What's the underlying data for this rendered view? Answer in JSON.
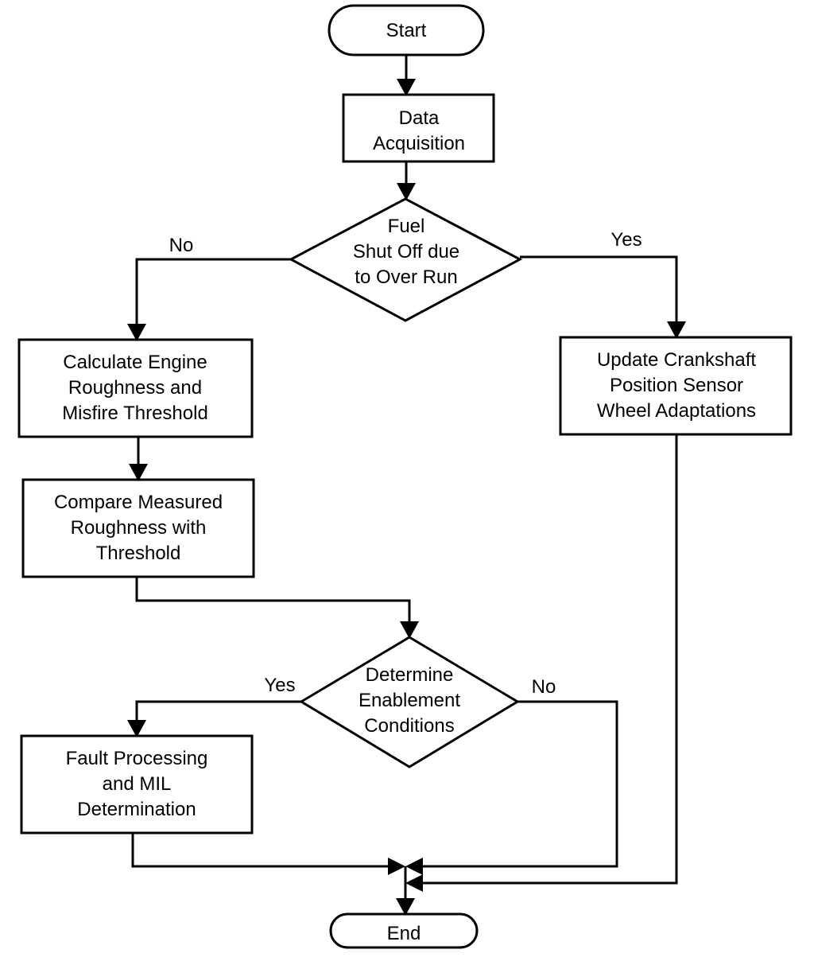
{
  "nodes": {
    "start": "Start",
    "data_acquisition": [
      "Data",
      "Acquisition"
    ],
    "fuel_shutoff": [
      "Fuel",
      "Shut Off due",
      "to Over Run"
    ],
    "calculate": [
      "Calculate Engine",
      "Roughness and",
      "Misfire Threshold"
    ],
    "update": [
      "Update Crankshaft",
      "Position Sensor",
      "Wheel Adaptations"
    ],
    "compare": [
      "Compare Measured",
      "Roughness with",
      "Threshold"
    ],
    "enablement": [
      "Determine",
      "Enablement",
      "Conditions"
    ],
    "fault": [
      "Fault Processing",
      "and MIL",
      "Determination"
    ],
    "end": "End"
  },
  "edge_labels": {
    "fuel_no": "No",
    "fuel_yes": "Yes",
    "enable_yes": "Yes",
    "enable_no": "No"
  },
  "colors": {
    "stroke": "#000000",
    "fill": "#ffffff",
    "text": "#000000"
  }
}
